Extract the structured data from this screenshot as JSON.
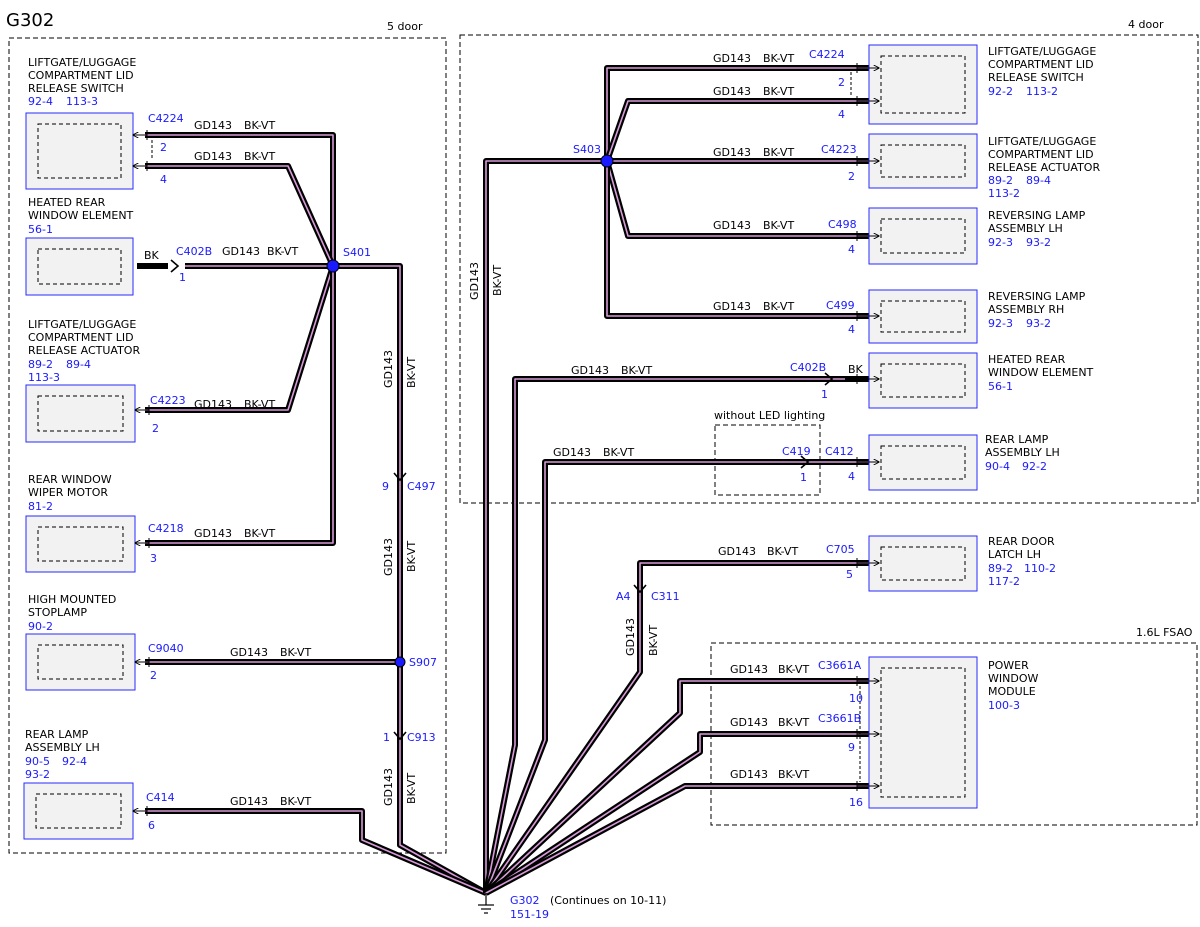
{
  "title": "G302",
  "colors": {
    "wire": "#000000",
    "stripe": "#d89ad8",
    "blue": "#1a1aff",
    "box_border": "#2a2aff",
    "box_fill": "#f2f2f2"
  },
  "sections": {
    "five_door": "5 door",
    "four_door": "4 door",
    "fsao": "1.6L FSAO",
    "led": "without LED lighting"
  },
  "left": {
    "c1": {
      "l1": "LIFTGATE/LUGGAGE",
      "l2": "COMPARTMENT LID",
      "l3": "RELEASE SWITCH",
      "ref_a": "92-4",
      "ref_b": "113-3",
      "conn": "C4224",
      "pin_a": "2",
      "pin_b": "4"
    },
    "c2": {
      "l1": "HEATED REAR",
      "l2": "WINDOW ELEMENT",
      "ref": "56-1",
      "conn": "C402B",
      "pin": "1",
      "bk": "BK"
    },
    "c3": {
      "l1": "LIFTGATE/LUGGAGE",
      "l2": "COMPARTMENT LID",
      "l3": "RELEASE ACTUATOR",
      "ref_a": "89-2",
      "ref_b": "89-4",
      "ref_c": "113-3",
      "conn": "C4223",
      "pin": "2"
    },
    "c4": {
      "l1": "REAR WINDOW",
      "l2": "WIPER MOTOR",
      "ref": "81-2",
      "conn": "C4218",
      "pin": "3"
    },
    "c5": {
      "l1": "HIGH MOUNTED",
      "l2": "STOPLAMP",
      "ref": "90-2",
      "conn": "C9040",
      "pin": "2"
    },
    "c6": {
      "l1": "REAR LAMP",
      "l2": "ASSEMBLY LH",
      "ref_a": "90-5",
      "ref_b": "92-4",
      "ref_c": "93-2",
      "conn": "C414",
      "pin": "6"
    }
  },
  "right": {
    "c1": {
      "l1": "LIFTGATE/LUGGAGE",
      "l2": "COMPARTMENT LID",
      "l3": "RELEASE SWITCH",
      "ref_a": "92-2",
      "ref_b": "113-2",
      "conn": "C4224",
      "pin_a": "2",
      "pin_b": "4"
    },
    "c2": {
      "l1": "LIFTGATE/LUGGAGE",
      "l2": "COMPARTMENT LID",
      "l3": "RELEASE ACTUATOR",
      "ref_a": "89-2",
      "ref_b": "89-4",
      "ref_c": "113-2",
      "conn": "C4223",
      "pin": "2"
    },
    "c3": {
      "l1": "REVERSING LAMP",
      "l2": "ASSEMBLY LH",
      "ref_a": "92-3",
      "ref_b": "93-2",
      "conn": "C498",
      "pin": "4"
    },
    "c4": {
      "l1": "REVERSING LAMP",
      "l2": "ASSEMBLY RH",
      "ref_a": "92-3",
      "ref_b": "93-2",
      "conn": "C499",
      "pin": "4"
    },
    "c5": {
      "l1": "HEATED REAR",
      "l2": "WINDOW ELEMENT",
      "ref": "56-1",
      "conn": "C402B",
      "pin": "1",
      "bk": "BK"
    },
    "c6": {
      "l1": "REAR LAMP",
      "l2": "ASSEMBLY LH",
      "ref_a": "90-4",
      "ref_b": "92-2",
      "conn": "C412",
      "pin": "4",
      "conn2": "C419",
      "pin2": "1"
    },
    "c7": {
      "l1": "REAR DOOR",
      "l2": "LATCH LH",
      "ref_a": "89-2",
      "ref_b": "110-2",
      "ref_c": "117-2",
      "conn": "C705",
      "pin": "5"
    },
    "c8": {
      "l1": "POWER",
      "l2": "WINDOW",
      "l3": "MODULE",
      "ref": "100-3",
      "conn_a": "C3661A",
      "pin_a": "10",
      "conn_b": "C3661B",
      "pin_b": "9",
      "pin_c": "16"
    }
  },
  "splices": {
    "s401": "S401",
    "s403": "S403",
    "s907": "S907"
  },
  "inline": {
    "c497": "C497",
    "c497_pin": "9",
    "c913": "C913",
    "c913_pin": "1",
    "c311": "C311",
    "c311_pin": "A4"
  },
  "wire": {
    "circuit": "GD143",
    "color": "BK-VT"
  },
  "ground": {
    "name": "G302",
    "ref": "151-19",
    "note": "(Continues on 10-11)"
  }
}
